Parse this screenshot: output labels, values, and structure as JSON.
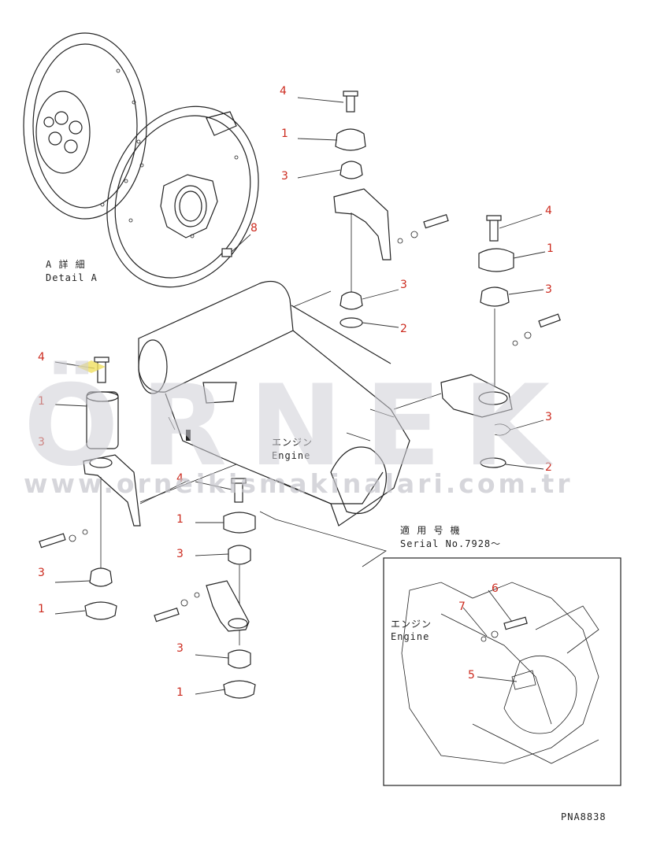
{
  "labels": {
    "detail_jp": "A 詳 細",
    "detail_en": "Detail A",
    "engine_jp_main": "エンジン",
    "engine_en_main": "Engine",
    "serial_jp": "適 用 号 機",
    "serial_en": "Serial No.7928～",
    "engine_jp_inset": "エンジン",
    "engine_en_inset": "Engine",
    "drawing_code": "PNA8838"
  },
  "callouts": {
    "c_top_4": "4",
    "c_top_1": "1",
    "c_top_3a": "3",
    "c_top_8": "8",
    "c_mid_3": "3",
    "c_mid_2": "2",
    "c_right_4": "4",
    "c_right_1": "1",
    "c_right_3a": "3",
    "c_right_3b": "3",
    "c_right_2": "2",
    "c_left_4": "4",
    "c_left_1": "1",
    "c_left_3a": "3",
    "c_left_3b": "3",
    "c_left_1b": "1",
    "c_center_4": "4",
    "c_center_1": "1",
    "c_center_3a": "3",
    "c_center_3b": "3",
    "c_center_1b": "1",
    "c_inset_6": "6",
    "c_inset_7": "7",
    "c_inset_5": "5"
  },
  "watermark": {
    "brand": "ÖRNEK",
    "url": "www.orneikismakinalari.com.tr"
  },
  "colors": {
    "callout": "#cc2a1e",
    "line": "#222222",
    "watermark": "#cfcfd6"
  }
}
